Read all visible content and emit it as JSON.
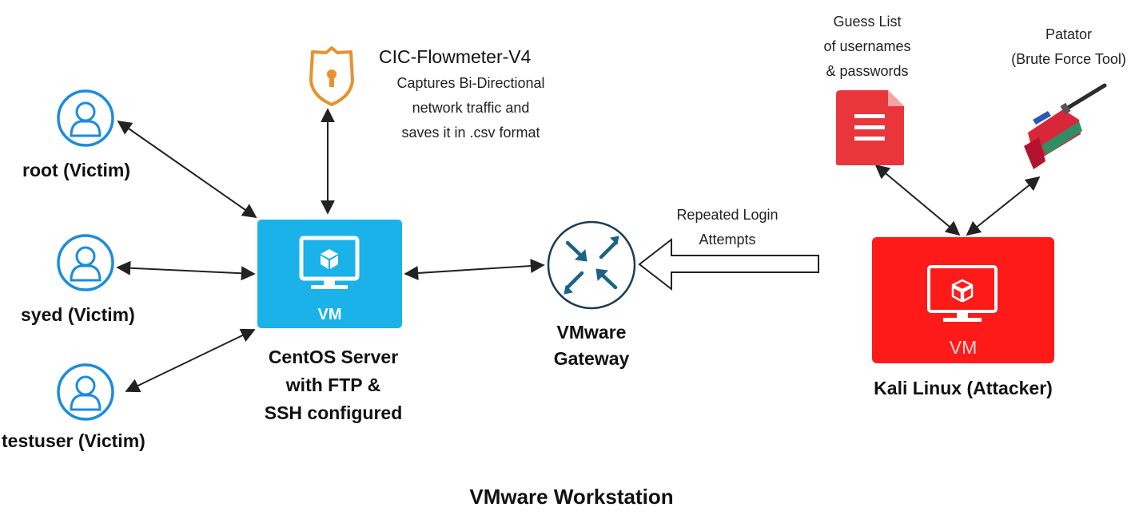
{
  "victims": [
    {
      "label": "root (Victim)",
      "icon": "user-icon"
    },
    {
      "label": "syed (Victim)",
      "icon": "user-icon"
    },
    {
      "label": "testuser (Victim)",
      "icon": "user-icon"
    }
  ],
  "centos": {
    "vm_label": "VM",
    "caption_lines": [
      "CentOS Server",
      "with FTP &",
      "SSH configured"
    ],
    "color": "#1ab2e8",
    "icon": "monitor-cube-icon"
  },
  "flowmeter": {
    "title": "CIC-Flowmeter-V4",
    "desc_lines": [
      "Captures Bi-Directional",
      "network traffic and",
      "saves it in .csv format"
    ],
    "icon": "shield-lock-icon",
    "color": "#e8912e"
  },
  "gateway": {
    "caption_lines": [
      "VMware",
      "Gateway"
    ],
    "icon": "router-icon",
    "color": "#1d6288"
  },
  "attack_arrow": {
    "label_lines": [
      "Repeated Login",
      "Attempts"
    ]
  },
  "kali": {
    "vm_label": "VM",
    "caption": "Kali Linux (Attacker)",
    "color": "#ff1a1a",
    "icon": "monitor-cube-icon"
  },
  "guess_list": {
    "label_lines": [
      "Guess List",
      "of usernames",
      "& passwords"
    ],
    "icon": "document-icon",
    "color": "#e8363c"
  },
  "patator": {
    "label_lines": [
      "Patator",
      "(Brute Force Tool)"
    ],
    "icon": "blaster-tool-icon"
  },
  "footer": {
    "title": "VMware Workstation"
  }
}
